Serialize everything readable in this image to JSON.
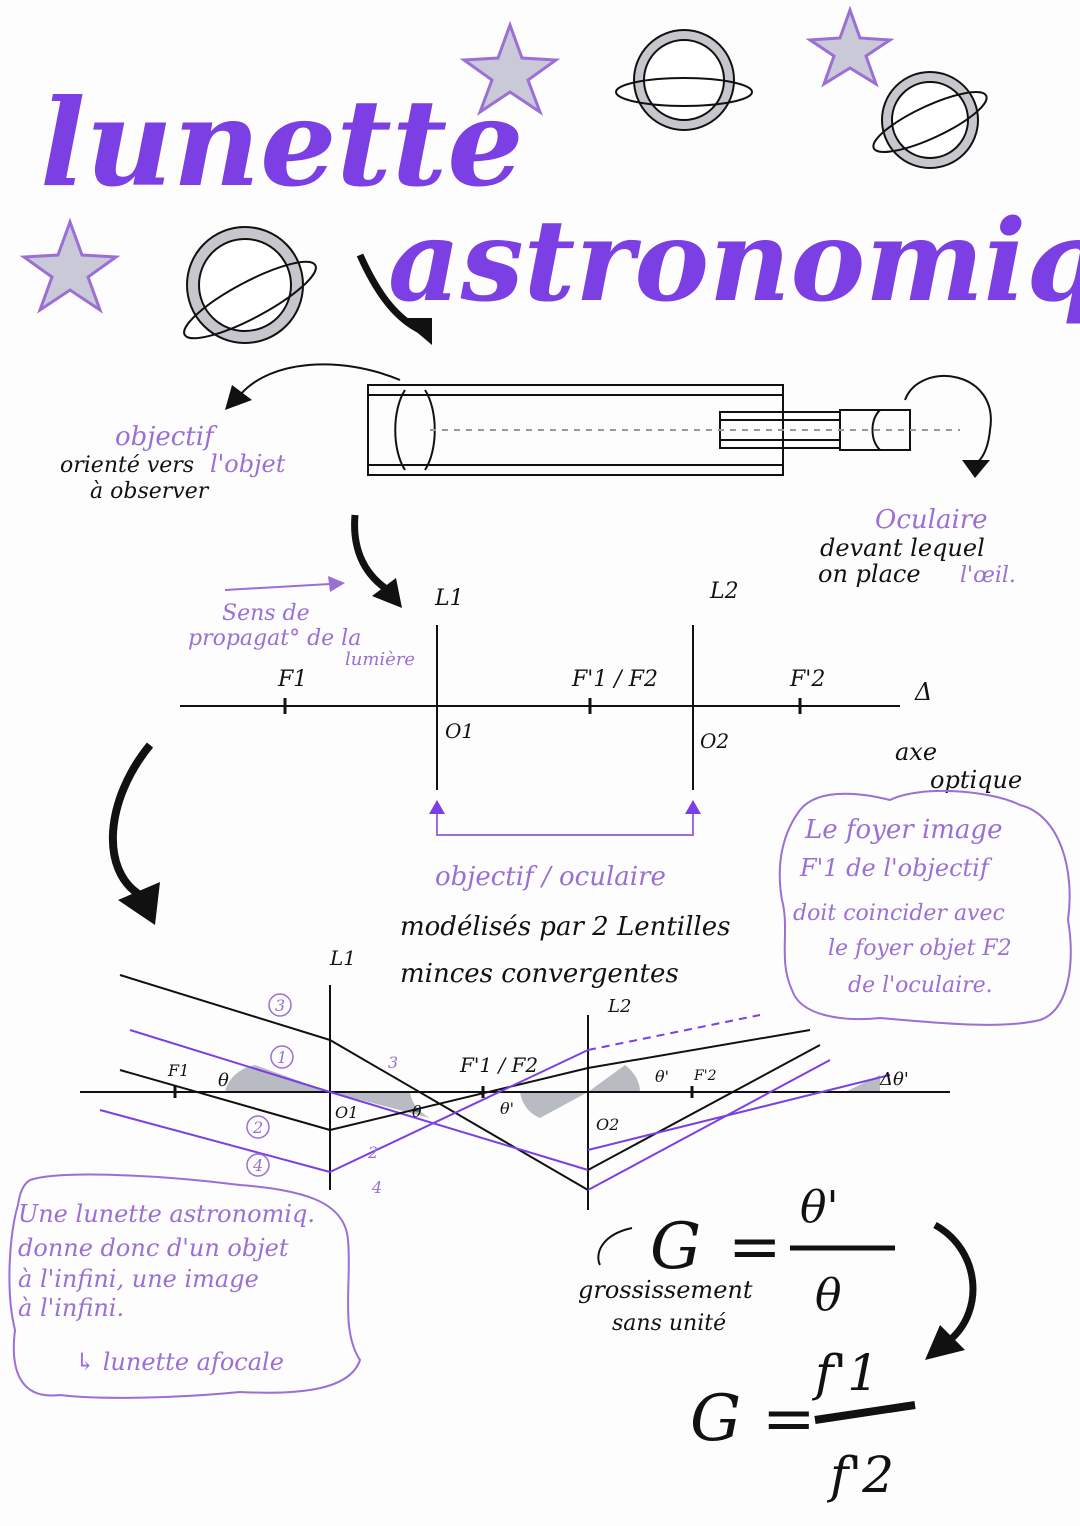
{
  "title": {
    "line1": "lunette",
    "line2": "astronomique"
  },
  "telescope": {
    "objective_label": "objectif",
    "objective_desc_1": "orienté vers",
    "objective_desc_2": "l'objet",
    "objective_desc_3": "à observer",
    "eyepiece_label": "Oculaire",
    "eyepiece_desc_1": "devant lequel",
    "eyepiece_desc_2": "on place",
    "eyepiece_desc_3": "l'œil."
  },
  "axis_diagram": {
    "lens1": "L1",
    "lens2": "L2",
    "direction_1": "Sens de",
    "direction_2": "propagat° de la",
    "direction_3": "lumière",
    "f1": "F1",
    "f1p_f2": "F'1 / F2",
    "f2p": "F'2",
    "delta": "Δ",
    "o1": "O1",
    "o2": "O2",
    "axis_1": "axe",
    "axis_2": "optique",
    "lens_caption_1": "objectif / oculaire",
    "lens_caption_2": "modélisés par 2 Lentilles",
    "lens_caption_3": "minces convergentes"
  },
  "focus_note": {
    "line1": "Le foyer image",
    "line2": "F'1 de l'objectif",
    "line3": "doit coincider avec",
    "line4": "le foyer objet F2",
    "line5": "de l'oculaire."
  },
  "ray_diagram": {
    "lens1": "L1",
    "lens2": "L2",
    "f1": "F1",
    "theta": "θ",
    "theta_p": "θ'",
    "o1": "O1",
    "o2": "O2",
    "f1p_f2": "F'1 / F2",
    "f2p": "F'2",
    "delta_theta": "Δθ'",
    "ray_numbers": [
      "3",
      "1",
      "2",
      "4"
    ],
    "ray_small_3": "3",
    "ray_small_2": "2",
    "ray_small_4": "4"
  },
  "afocal_note": {
    "line1": "Une lunette astronomiq.",
    "line2": "donne donc d'un objet",
    "line3": "à l'infini, une image",
    "line4": "à l'infini.",
    "line5": "↳ lunette afocale"
  },
  "formula": {
    "g": "G",
    "eq": "=",
    "num1": "θ'",
    "den1": "θ",
    "caption_1": "grossissement",
    "caption_2": "sans unité",
    "num2": "f'1",
    "den2": "f'2"
  },
  "colors": {
    "violet": "#9b6fd4",
    "deep_violet": "#7b3fe4",
    "ink": "#111111",
    "grey": "#9aa0a6"
  }
}
